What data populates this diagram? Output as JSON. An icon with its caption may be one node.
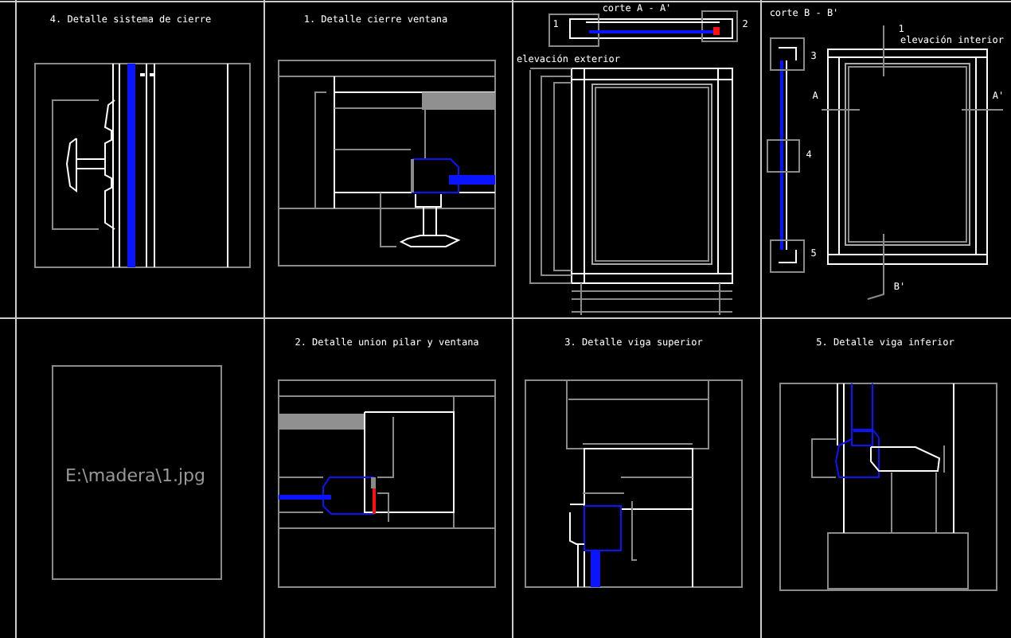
{
  "diagram": {
    "labels": [
      "4. Detalle sistema de cierre",
      "1. Detalle cierre ventana",
      "corte A - A'",
      "1",
      "2",
      "elevación exterior",
      "corte B - B'",
      "1",
      "elevación interior",
      "3",
      "A",
      "A'",
      "4",
      "5",
      "B'",
      "E:\\madera\\1.jpg",
      "2. Detalle union pilar y ventana",
      "3. Detalle viga superior",
      "5. Detalle viga inferior"
    ]
  }
}
